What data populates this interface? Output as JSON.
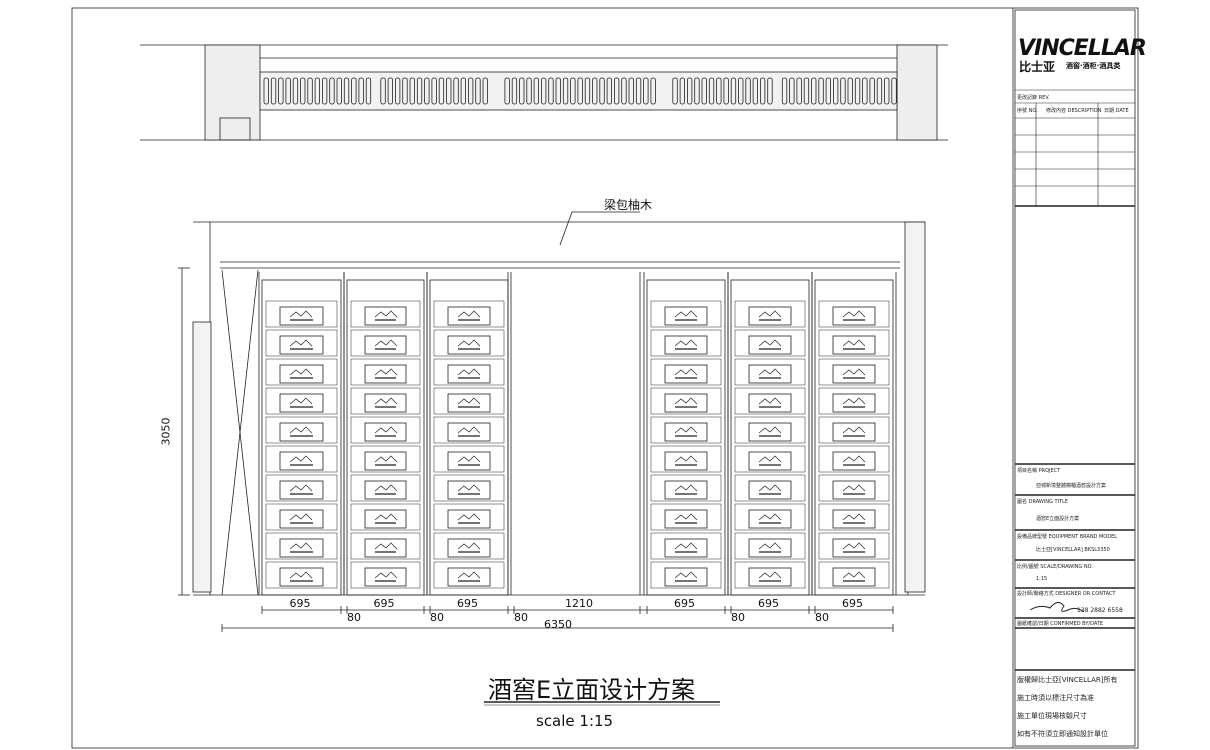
{
  "drawing": {
    "beam_note": "梁包柚木",
    "height_dim": "3050",
    "column_widths": [
      "695",
      "695",
      "695",
      "1210",
      "695",
      "695",
      "695"
    ],
    "gap_dims": [
      "80",
      "80",
      "80",
      "80",
      "80"
    ],
    "total_width": "6350",
    "title": "酒窖E立面设计方案",
    "scale": "scale 1:15",
    "drawers_per_column": 10
  },
  "title_block": {
    "logo": "VINCELLAR",
    "logo_cn": "比士亚",
    "logo_tagline": "酒窖·酒柜·酒具类",
    "revision_label": "更改記錄 REV.",
    "col_no": "序號 NO.",
    "col_desc": "修改內容 DESCRIPTION",
    "col_date": "日期 DATE",
    "project_label": "項目名稱 PROJECT",
    "project_value": "亞城新境整體櫥櫃酒窖設計方案",
    "drawing_label": "圖名 DRAWING TITLE",
    "drawing_value": "酒窖E立面設計方案",
    "equipment_label": "設備品牌型號 EQUIPMENT BRAND MODEL",
    "equipment_value": "比士亞[VINCELLAR] BKSL3350",
    "scale_label": "比例/圖號 SCALE/DRAWING NO.",
    "scale_value": "1:15",
    "designer_label": "設計師/聯絡方式 DESIGNER OR CONTACT",
    "designer_phone": "138 2882 6558",
    "approval_label": "圖紙確認/日期 CONFIRMED BY/DATE",
    "notes": [
      "版權歸比士亞[VINCELLAR]所有",
      "施工時須以標注尺寸為准",
      "施工單位現場核驗尺寸",
      "如有不符須立即通知設計單位"
    ]
  }
}
